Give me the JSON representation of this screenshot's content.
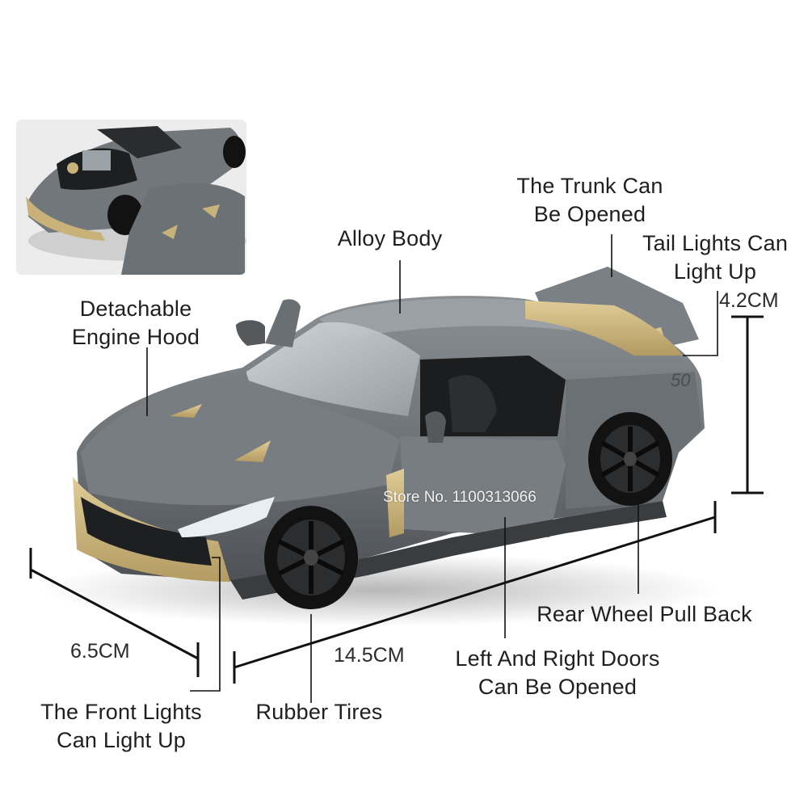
{
  "annotations": {
    "trunk": [
      "The Trunk Can",
      "Be Opened"
    ],
    "alloy_body": "Alloy Body",
    "tail_lights": [
      "Tail Lights Can",
      "Light Up"
    ],
    "engine_hood": [
      "Detachable",
      "Engine Hood"
    ],
    "rear_wheel": "Rear Wheel Pull Back",
    "doors": [
      "Left And Right Doors",
      "Can Be Opened"
    ],
    "front_lights": [
      "The Front Lights",
      "Can Light Up"
    ],
    "rubber_tires": "Rubber Tires"
  },
  "dimensions": {
    "height": "4.2CM",
    "width": "6.5CM",
    "length": "14.5CM"
  },
  "watermark": "Store No. 1100313066",
  "colors": {
    "body": "#6f7478",
    "gold": "#c9b27a",
    "tire": "#121212",
    "line": "#111111"
  }
}
